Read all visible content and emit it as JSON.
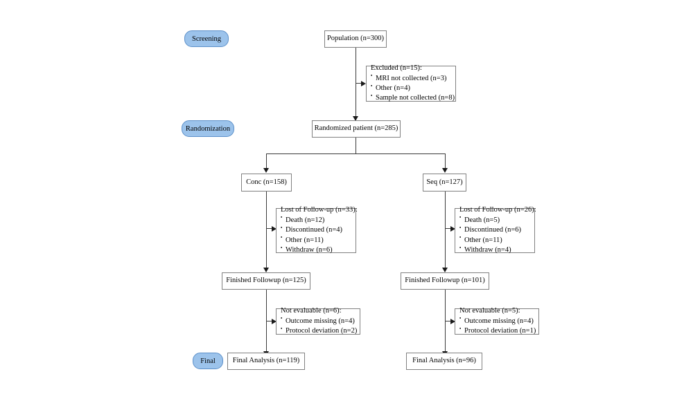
{
  "diagram": {
    "title": "CONSORT participant flow diagram",
    "accent_color": "#9cc3eb",
    "accent_border_color": "#5b8fc9",
    "box_border_color": "#808080",
    "connector_color": "#3a3a3a",
    "background": "#ffffff"
  },
  "stages": [
    {
      "label": "Screening"
    },
    {
      "label": "Randomization"
    },
    {
      "label": "Final"
    }
  ],
  "nodes": {
    "population": {
      "label": "Population (n=300)"
    },
    "excluded": {
      "title": "Excluded (n=15):",
      "items": [
        "MRI not collected (n=3)",
        "Other (n=4)",
        "Sample not collected (n=8)"
      ]
    },
    "randomized": {
      "label": "Randomized patient (n=285)"
    },
    "arm_left": {
      "label": "Conc (n=158)"
    },
    "arm_right": {
      "label": "Seq (n=127)"
    },
    "lost_left": {
      "title": "Lost of Follow-up (n=33):",
      "items": [
        "Death (n=12)",
        "Discontinued (n=4)",
        "Other (n=11)",
        "Withdraw (n=6)"
      ]
    },
    "lost_right": {
      "title": "Lost of Follow-up (n=26):",
      "items": [
        "Death (n=5)",
        "Discontinued (n=6)",
        "Other (n=11)",
        "Withdraw (n=4)"
      ]
    },
    "finished_left": {
      "label": "Finished Followup (n=125)"
    },
    "finished_right": {
      "label": "Finished Followup (n=101)"
    },
    "noteval_left": {
      "title": "Not evaluable (n=6):",
      "items": [
        "Outcome missing (n=4)",
        "Protocol deviation (n=2)"
      ]
    },
    "noteval_right": {
      "title": "Not evaluable (n=5):",
      "items": [
        "Outcome missing (n=4)",
        "Protocol deviation (n=1)"
      ]
    },
    "final_left": {
      "label": "Final Analysis (n=119)"
    },
    "final_right": {
      "label": "Final Analysis (n=96)"
    }
  }
}
